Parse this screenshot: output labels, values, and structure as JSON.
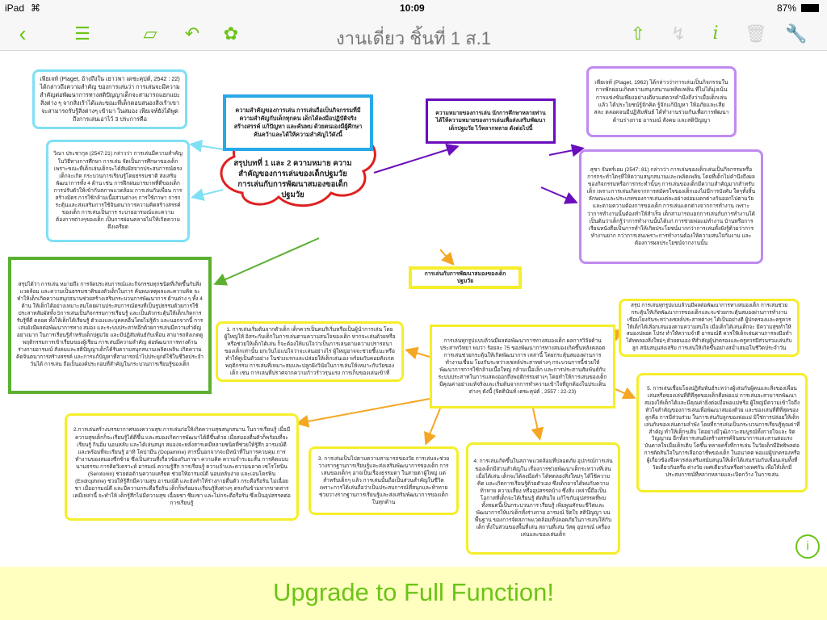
{
  "status": {
    "device": "iPad",
    "time": "10:09",
    "battery": "87%"
  },
  "toolbar": {
    "title": "งานเดี่ยว ชิ้นที่ 1 ส.1",
    "icons": [
      "back-icon",
      "outline-list-icon",
      "add-node-icon",
      "undo-icon",
      "theme-icon",
      "share-icon",
      "lightning-icon",
      "info-icon",
      "trash-icon",
      "wrench-icon"
    ]
  },
  "nodes": {
    "root": "สรุปบทที่ 1 และ 2 ความหมาย ความสำคัญของการเล่นของเด็กปฐมวัย การเล่นกับการพัฒนาสมองขอเด็กปฐมวัย",
    "importance": "ความสำคัญของการเล่น การเล่นถือเป็นกิจกรรมที่มีความสำคัญกับเด็กทุกคน เด็กได้ลงมือปฏิบัติจริง สร้างสรรค์ แก้ปัญหา และค้นพบ ด้วยตนเองมีผู้ศึกษาค้นคว้าและได้ให้ความสำคัญไว้ดังนี้",
    "piaget_importance": "เพียเจท์ (Piaget, อ้างถึงใน เยาวพา เดชะคุปต์, 2542 : 22) ได้กล่าวถึงความสำคัญ ของการเล่นว่า การเล่นจะมีความสำคัญต่อพัฒนาการทางสติปัญญาเด็กจะสามารถแยกแยะ สิ่งต่าง ๆ จากสิ่งเร้าได้และขณะที่เด็กตอบสนองสิ่งเร้าเขาจะสามารถรับรู้สิ่งต่างๆ เข้ามา ในสมอง เพียเจท์ยังได้พูดถึงการเล่นเอาไว้ 3 ประการคือ",
    "wina": "วิณา ประชากุล (2547:21) กล่าวว่า การเล่นมีความสำคัญ ในวิธีทางการศึกษา การเล่น จัดเป็นการศึกษาของเด็ก เพราะขณะที่เด็กเล่นเด็กจะได้สัมผัสจากประสบการณ์ตรง เด็กจะเกิด กระบวนการเรียนรู้โดยธรรมชาติ ส่งเสริมพัฒนาการทั้ง 4 ด้าน เช่น การฝึกฝนมารยาทที่ดีของเด็ก การปรับตัวให้เข้ากับสภาพแวดล้อม การเล่นกับเพื่อน การสร้างมิตร การใช้กล้ามเนื้อส่วนต่างๆ การใช้ภาษา การกระตุ้นและส่งเสริมการใช้จินตนาการความคิดสร้างสรรค์ของเด็ก การเล่นเป็นการ ระบายอารมณ์และความต้องการต่างๆของเด็ก เป็นการผ่อนคลายไม่ให้เกิดความตึงเครียด",
    "meaning": "ความหมายของการเล่น นักการศึกษาหลายท่านได้ให้ความหมายของการเล่นเพื่อส่งเสริมพัฒนาเด็กปฐมวัย ไว้หลากหลาย ดังต่อไปนี้",
    "piaget_meaning": "เพียเจท์ (Piaget, 1962) ได้กล่าวว่าการเล่นเป็นกิจกรรมในการพักผ่อนเกิดความสนุกสนานเพลิดเพลิน ที่ไม่ได้มุ่งเน้นการแข่งขันเพียงอย่างเดียวแต่ควรคำนึงถึงว่าเมื่อเด็กเล่นแล้ว ได้ประโยชน์รู้จักคิด รู้จักแก้ปัญหา ให้อภัยและเสียสละ ตลอดจนมีปฏิสัมพันธ์ ได้ทำงานร่วมกันเพื่อการพัฒนาด้านร่างกาย อารมณ์ สังคม และสติปัญญา",
    "sucha": "สุชา จันทร์เอม (2547: 81) กล่าวว่า การเล่นของเด็กเล่นเป็นกิจกรรมหรือการกระทำใดๆที่ให้ความสนุกสนานและเพลิดเพลิน โดยที่เด็กไม่คำนึงถึงผลของกิจกรรมหรือการกระทำนั้นๆ การเล่นของเด็กมีความสำคัญมากสำหรับเด็ก เพราะการเล่นเกิดจากการสมัครใจของเด็กเองไม่มีการบังคับ ใดๆทั้งสิ้น ลักษณะและประเภทของการเล่นแต่ละอย่างย่อมแตกต่างกันออกไปตามวัยและตามความต้องการของเด็ก การเล่นแตกต่างจากการทำงาน เพราะว่าการทำงานนั้นต้องทำให้สำเร็จ เด็กสามารถแยกการเล่นกับการทำงานได้เป็นต้นว่าเด็กรู้ว่าการทำงานนั้นได้แก่ การช่วยพ่อแม่ทำงาน บ้านหรือการเรียนหนังสือเป็นการทำให้เกิดประโยชน์มากกว่าการเล่นทั้งยังรู้ด้วยว่าการทำงานยาก กว่าการเล่นเพราะการทำงานต้องให้ความสนใจกับงาน และต้องการผลประโยชน์จากงานนั้น",
    "summary": "สรุปได้ว่า การเล่น หมายถึง การจัดประสบการณ์และกิจกรรมทุกชนิดที่เกิดขึ้นกับสิ่งแวดล้อม และความเป็นธรรมชาติของตัวเด็กในการ ค้นพบเหตุผลและความคิด จะทำให้เด็กเกิดความสนุกสนานช่วยสร้างเสริมกระบวนการพัฒนาการ ด้านต่าง ๆ ทั้ง 4 ด้าน ให้เด็กได้อย่างเหมาะสมโดยผ่านประสบการณ์ตรงที่เป็นรูปธรรมด้วยการใช้ ประสาทสัมผัสทั้ง 5การเล่นเป็นกิจกรรมการเรียนรู้ และเป็นตัวกระตุ้นให้เด็กเกิดการรับรู้ที่ดี ตลอด ทั้งให้เด็กได้เรียนรู้ ตัวเองและบุคคลอื่นโดยไม่รู้ตัว และนอกจากนี้ การเล่นยังมีผลต่อพัฒนาการทาง สมอง และระบบประสาทอีกด้วยการเล่นมีความสำคัญอย่างมาก ในการเรียนรู้สำหรับเด็กปฐมวัย และมีปฏิสัมพันธ์กับเพื่อน สามารถสังเกตดูพฤติกรรมการเข้าเรียนของผู้เรียน การเล่นมีความสำคัญ ต่อพัฒนาการทางด้านร่างกายอารมณ์ สังคมและสติปัญญาเด็กได้รับความสนุกสนานเพลิดเพลิน เกิดความคิดจินตนาการสร้างสรรค์ และการแก้ปัญหาที่สามารถนำไปประยุกต์ใช้ในชีวิตประจำวันได้ การเล่น ถือเป็นองค์ประกอบที่สำคัญในกระบวนการเรียนรู้ของเด็ก",
    "brain_heading": "การเล่นกับการพัฒนาสมองของเด็กปฐมวัย",
    "brain_main": "การเล่นทุกรูปแบบล้วนมีผลต่อพัฒนาการทางสมองเด็ก ผลการวิจัยด้านประสาทวิทยา พบว่า ร้อยละ 75 ของพัฒนาการทางสมองเกิดขึ้นหลังคลอด การเล่นช่วยกระตุ้นให้เกิดพัฒนาการ เหล่านี้ โดยกระตุ้นสมองผ่านการทำงานเชื่อม โยงกันระหว่างเซลล์ประสาทต่างๆ กระบวนการนี้ช่วยให้ พัฒนาการการใช้กล้ามเนื้อใหญ่ กล้ามเนื้อเล็ก และการประสานสัมพันธ์กับระบบประสาทในการแสดงออกถึงพฤติกรรมต่างๆ โดยทำให้การเล่นของเด็กมีคุณค่าอย่างแท้จริงและเริ่มต้นจากการทำความเข้าใจที่ถูกต้องในประเด็นต่างๆ ดังนี้ (จิตตินันท์ เดชะคุปต์ , 2557 : 22-23)",
    "point1": "1. การเล่นเริ่มต้นจากตัวเด็ก เด็กควรเป็นคนริเริ่มหรือเป็นผู้นำการเล่น โดยผู้ใหญ่ให้ อิสระกับเด็กในการเล่นตามความสนใจของเด็ก หากจะเล่นด้วยหรือหรือช่วยให้เด็กได้เล่น ก็จะต้องให้แน่ใจว่าเป็นการเล่นตามความปรารถนาของเด็กเท่านั้น ยกเว้นไม่แน่ใจว่าจะเล่นอย่างไร ผู้ใหญ่อาจจะช่วยชี้แนะหรือทำให้ดูเป็นตัวอย่าง ในช่วงแรกและปล่อยให้เด็กเล่นเอง พร้อมกับคอยสังเกตพฤติกรรม การเล่นที่เหมาะสมและปลูกฝังวินัยในการเล่นให้เหมาะกับวัยของเด็ก เช่น การเล่นที่ปราศจากความก้าวร้าวรุนแรง การเก็บของเล่นเข้าที่",
    "summary_brain": "สรุป การเล่นทุกรูปแบบล้วนมีผลต่อพัฒนาการทางสมองเด็ก การเล่นช่วยกระตุ้นให้เกิดพัฒนาการของเด็กและจะช่วยกระตุ้นสมองผ่านการทำงานเชื่อมโยงกันระหว่างเซลล์ประสาทต่างๆ ได้เป็นอย่างดี ผู้ปกครองและครูควรให้เด็กได้เลือกเล่นเองตามความสนใจ เมื่อเด็กได้เล่นเด็กจะ มีความสุขทำให้สมองปลอด โปร่ง ทำให้ความจำดี อารมณ์ดี ควรให้เด็กเล่นผ่านการลงมือทำ ได้ทดลองสิ่งใหม่ๆ ด้วยตนเอง ที่สำคัญผู้ปกครองและครูควรมีส่วนร่วมเล่นกับลูก สนับสนุนส่งเสริม การเล่นให้เกิดขึ้นอย่างสม่ำเสมอในชีวิตประจำวัน",
    "point5": "5. การเล่นเชื่อมโยงปฏิสัมพันธ์ระหว่างผู้เล่นกับผู้คนและสิ่งของเพื่อนเล่นหรือของเล่นที่ดีที่สุดของเด็กคือพ่อแม่ การเล่นจะสามารถพัฒนาสมองให้เด็กได้และมีคุณค่ายิ่งต่อเมื่อพ่อแม่หรือ ผู้ใหญ่มีความเข้าใจถึงหัวใจสำคัญของการเล่นเพื่อพัฒนาสมองด้วย และของเล่นที่ดีที่สุดของลูกคือ การมีส่วนร่วม ในการเล่นกับลูกของพ่อแม่ มิใช่การปล่อยให้เด็กเล่นกับของเล่นตามลำพัง โดยที่การเล่นเป็นกระบวนการเรียนรู้คุณค่าที่สำคัญ ทำให้เด็กๆเติบ โตอย่างมีวุฒิภาวะสมบูรณ์ทั้งกายใจและ จิตวิญญาณ อีกทั้งการเล่นยังสร้างสรรค์จินตนาการและสานต่อแรงบันดาลใจเมื่อเด็กเติบ โตขึ้น หลายครั้งที่การเล่น ในวัยเด็กมีอิทธิพลต่อการตัดสินใจในการเลือกอาชีพของเด็ก ในอนาคต พ่อแม่ผู้ปกครองหรือผู้เกี่ยวข้องจึงควรส่งเสริมสนับสนุนให้เด็กได้เล่นร่วมกับเพื่อนเล่นทั้งที่วัยเดียวกันหรือ ต่างวัย เพศเดียวกันหรือต่างเพศกัน เพื่อให้เด็กมีประสบการณ์ที่หลากหลายและเปิดกว้าง ในการเล่น",
    "point2": "2.การเล่นสร้างบรรยากาศของความสุข การเล่นก่อให้เกิดความสุขสนุกสนาน ในการเรียนรู้ เมื่อมีความสุขเด็กก็จะเรียนรู้ได้ดีขึ้น และสมองเกิดการพัฒนาได้ดีขึ้นด้วย เมื่อสมองตื่นตัวก็พร้อมที่จะเรียนรู้ กินอิ่ม นอนหลับ และได้เล่นสนุก สมองจะหลั่งสารเคมีหลายชนิดที่ช่วยให้รู้สึก อารมณ์ดี และพร้อมที่จะเรียนรู้ อาทิ โดปามีน (Dopamine) สารนี้นอกจากจะมีหน้าที่ในการควบคุม การทำงานของสมองซีกซ้าย ซึ่งเป็นส่วนที่เกี่ยวข้องกับภาษา ความคิด ความจำระยะสั้น การคิดแบบ นามธรรม การคิดวิเคราะห์ อารมณ์ ความรู้สึก การเรียนรู้ ความจำและความฉลาด เซโรโทนิน (Serotonin) ช่วยต่อต้านความเครียด ช่วยให้อารมณ์ดี นอนหลับง่าย และเอนโดรฟิน (Endrophine) ช่วยให้รู้สึกมีความสุข อารมณ์ดี และยังทำให้ร่างกายตื่นตัว กระตือรือร้น ไม่เฉื่อยชา เมื่ออารมณ์ดี และมีความกระตือรือร้น เด็กก็พร้อมจะเรียนรู้สิ่งต่างๆ ตรงกันข้ามหากขาดสารเคมีเหล่านี้ จะทำให้ เด็กรู้สึกไม่มีความสุข เฉื่อยชา ซึมเซา และไม่กระตือรือร้น ซึ่งเป็นอุปสรรคต่อการเรียนรู้",
    "point3": "3. การเล่นเป็นไปตามความสามารถของวัย การเล่นจะช่วยวางรากฐานการเรียนรู้และส่งเสริมพัฒนาการของเด็ก การเล่นของเด็กๆ อาจเป็นเรื่องธรรมดา ในสายตาผู้ใหญ่ แต่สำหรับเด็กๆ แล้ว การเล่นนั้นถือเป็นส่วนสำคัญในชีวิต เพราะการได้เล่นถือว่าเป็นประสบการณ์ที่สนุกและท้าทาย ช่วยวางรากฐานการเรียนรู้และส่งเสริมพัฒนาการของเด็ก ในทุกด้าน",
    "point4": "4. การเล่นเกิดขึ้นในสภาพแวดล้อมที่ปลอดภัย อุปกรณ์การเล่นของเด็กมีส่วนสำคัญใน เรื่องการช่วยพัฒนาเด็กระหว่างที่เล่น เมื่อได้เล่น เด็กจะได้ลงมือทำ ได้ทดลองสิ่งใหม่ๆ ได้ใช้ความคิด และเกิดการเรียนรู้ด้วยตัวเอง ซึ่งเด็กอาจได้พบกับความท้าทาย ความเสี่ยง หรืออุปสรรคบ้าง ซึ่งสิ่ง เหล่านี้ถือเป็นโอกาสที่เด็กจะได้เรียนรู้ ตัดสินใจ แก้ไขกับอุปสรรคที่พบ ทั้งหมดนี้เป็นกระบวนการ เรียนรู้ เพิ่มพูนทักษะชีวิตและพัฒนาการให้แก่เด็กทั้งร่างกาย อารมณ์ จิตใจ สติปัญญา บนพื้นฐาน ของการจัดสภาพแวดล้อมที่ปลอดภัยในการเล่นให้กับเด็ก ทั้งในส่วนของพื้นที่เล่น สถานที่เล่น วัสดุ อุปกรณ์ เครื่องเล่นและของเล่นเด็ก"
  },
  "colors": {
    "accent": "#6cc417",
    "root": "#e02020",
    "blue": "#29a8e8",
    "cyan": "#7fe0f5",
    "purple": "#6a0dbd",
    "lavender": "#c08af0",
    "green": "#5bb030",
    "yellow": "#f5ee2a",
    "orange": "#f5a623"
  },
  "banner": {
    "label": "Upgrade to Full Function!"
  },
  "help": {
    "icon": "help-bubble-icon",
    "glyph": "i"
  }
}
